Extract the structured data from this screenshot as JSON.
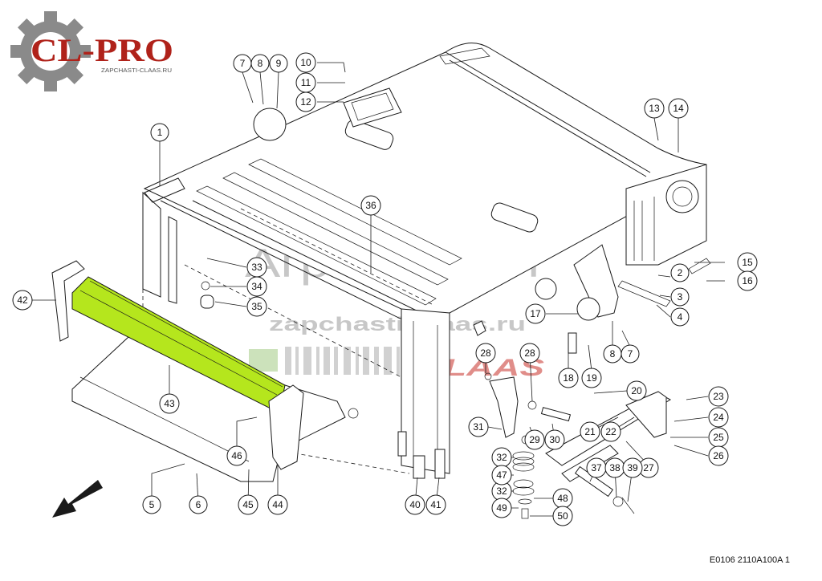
{
  "logo": {
    "name": "CL-PRO",
    "subtitle": "ZAPCHASTI-CLAAS.RU",
    "colors": {
      "gear": "#8a8a8a",
      "letters": "#b0221a",
      "dash": "#3f8f3a"
    }
  },
  "watermark": {
    "company": "АгроИмпорт",
    "site": "zapchasti-claas.ru",
    "brand": "CLAAS",
    "colors": {
      "gear": "#e35a3c",
      "text": "#9a9a9a",
      "brand": "#c8312a"
    }
  },
  "highlight": {
    "part": "43",
    "color": "#b5e61d"
  },
  "callouts": [
    "1",
    "2",
    "3",
    "4",
    "5",
    "6",
    "7",
    "7",
    "8",
    "8",
    "9",
    "10",
    "11",
    "12",
    "13",
    "14",
    "15",
    "16",
    "17",
    "18",
    "19",
    "20",
    "21",
    "22",
    "23",
    "24",
    "25",
    "26",
    "27",
    "28",
    "28",
    "29",
    "30",
    "31",
    "32",
    "32",
    "33",
    "34",
    "35",
    "36",
    "37",
    "38",
    "39",
    "40",
    "41",
    "42",
    "43",
    "44",
    "45",
    "46",
    "47",
    "48",
    "49",
    "50"
  ],
  "diagram_code": "E0106 2110A100A 1",
  "direction_icon": "arrow-icon"
}
